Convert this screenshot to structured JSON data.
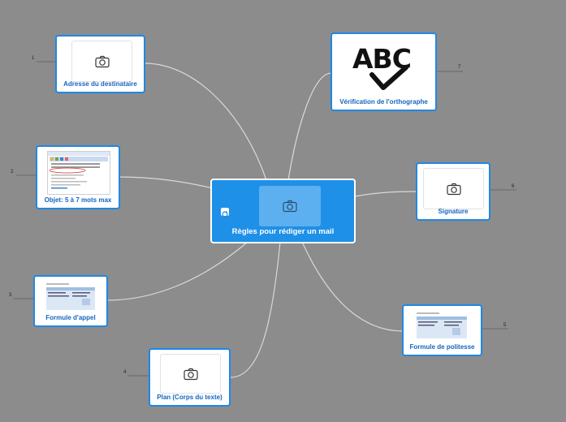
{
  "map": {
    "central_topic": {
      "label": "Règles pour rédiger un mail"
    },
    "topics": [
      {
        "number": "1",
        "label": "Adresse du destinataire"
      },
      {
        "number": "2",
        "label": "Objet: 5 à 7 mots max"
      },
      {
        "number": "3",
        "label": "Formule d'appel"
      },
      {
        "number": "4",
        "label": "Plan (Corps du texte)"
      },
      {
        "number": "5",
        "label": "Formule de politesse"
      },
      {
        "number": "6",
        "label": "Signature"
      },
      {
        "number": "7",
        "label": "Vérification de l'orthographe"
      }
    ],
    "spellcheck_image_text": "ABC"
  },
  "colors": {
    "background": "#8c8c8c",
    "accent": "#1e88e5",
    "central": "#1e90e8",
    "link": "#d9d9d9"
  }
}
